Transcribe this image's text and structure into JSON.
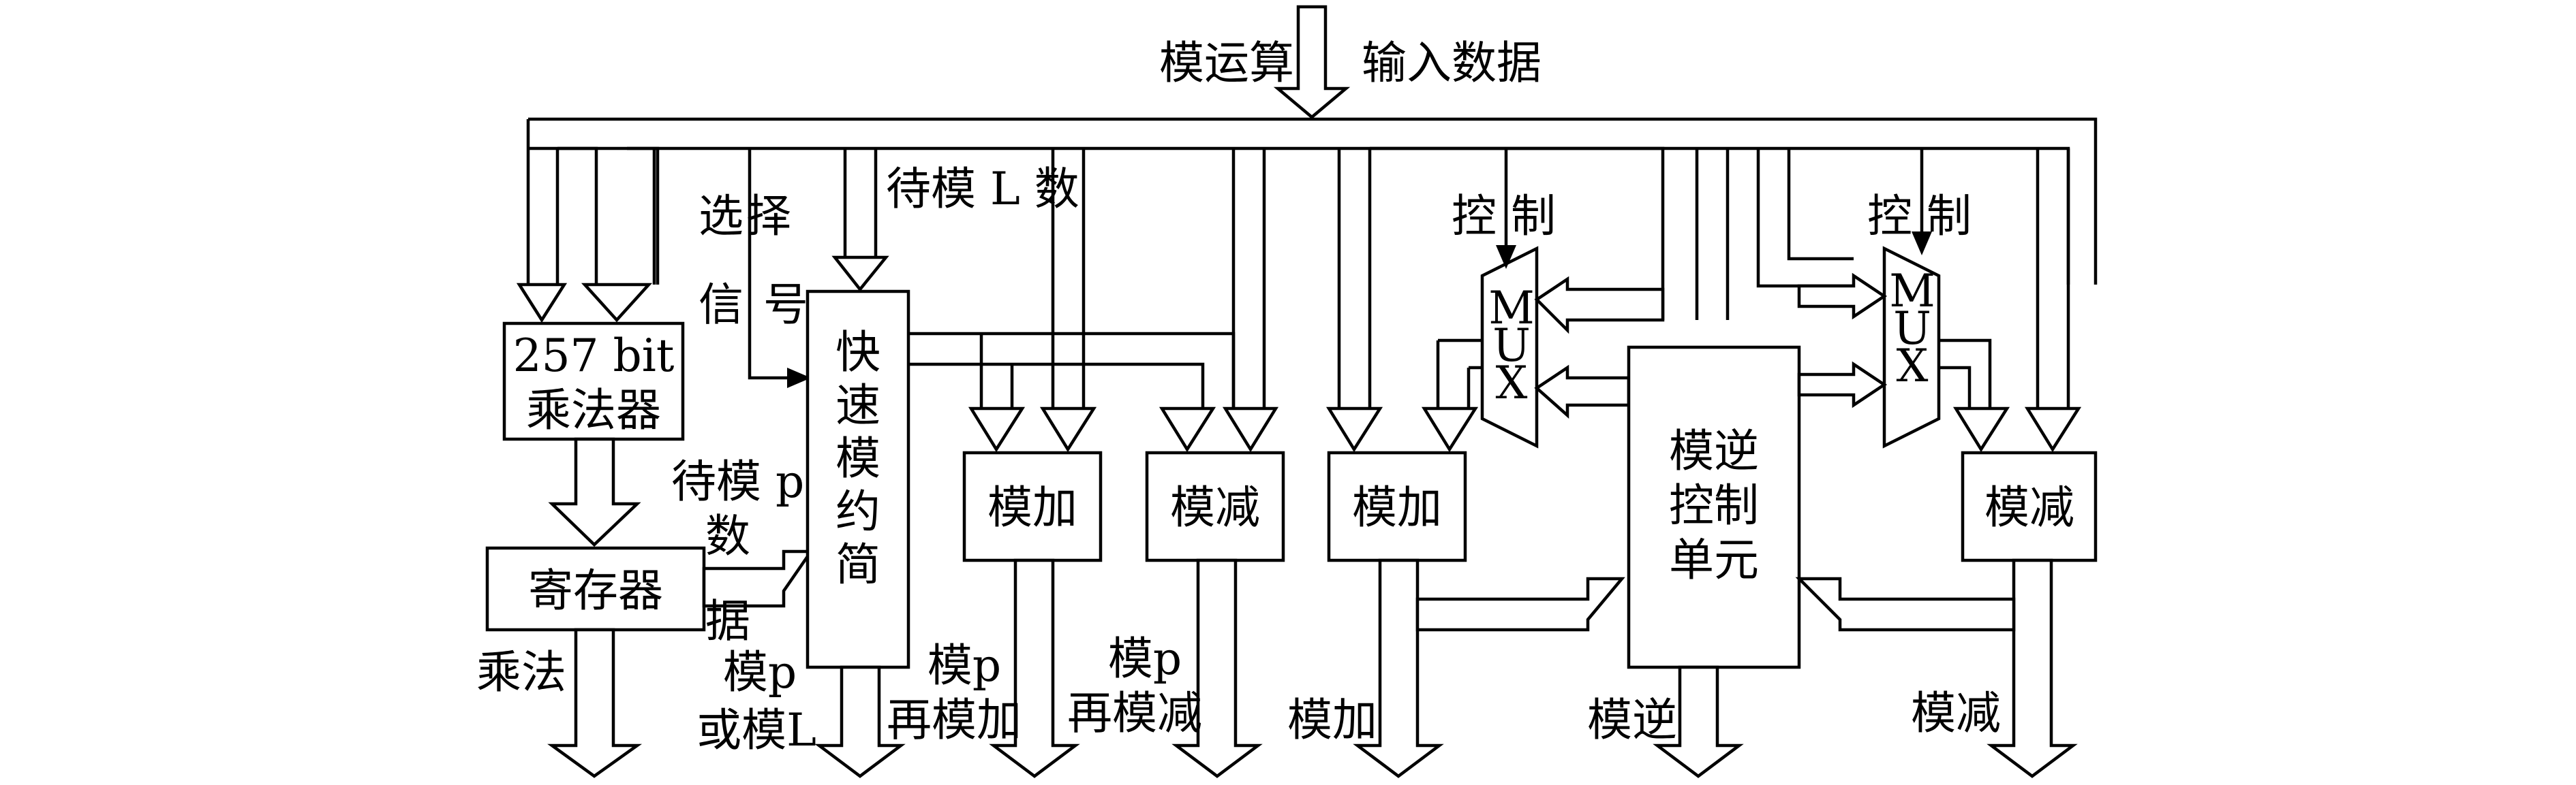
{
  "top": {
    "op_label": "模运算",
    "data_label": "输入数据"
  },
  "blocks": {
    "multiplier": [
      "257 bit",
      "乘法器"
    ],
    "register": "寄存器",
    "fast_reduce": [
      "快",
      "速",
      "模",
      "约",
      "简"
    ],
    "mod_add_1": "模加",
    "mod_sub_1": "模减",
    "mod_add_2": "模加",
    "mux": [
      "M",
      "U",
      "X"
    ],
    "inv_ctrl": [
      "模逆",
      "控制",
      "单元"
    ],
    "mod_sub_2": "模减"
  },
  "labels": {
    "select_1": "选",
    "select_2": "择",
    "signal_1": "信",
    "signal_2": "号",
    "wait_mod_L": "待模 L 数",
    "wait_mod_p_1": "待模 p",
    "wait_mod_p_2": "数",
    "wait_mod_p_3": "据",
    "ctrl_1": "控 制",
    "ctrl_2": "控 制"
  },
  "outputs": {
    "mult": "乘法",
    "modp_1": "模p",
    "modp_2": "或模L",
    "readd_1": "模p",
    "readd_2": "再模加",
    "resub_1": "模p",
    "resub_2": "再模减",
    "add": "模加",
    "inv": "模逆",
    "sub": "模减"
  }
}
